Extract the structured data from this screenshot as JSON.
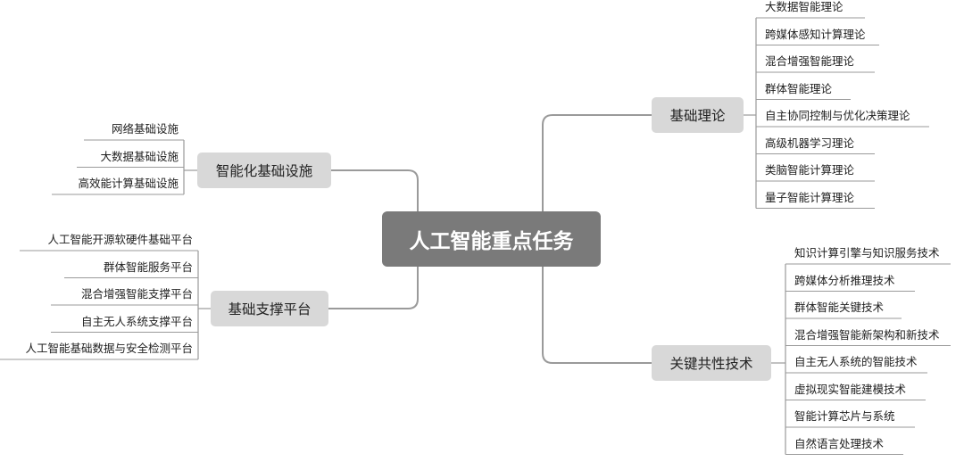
{
  "center": {
    "label": "人工智能重点任务"
  },
  "branches": [
    {
      "key": "basic_theory",
      "label": "基础理论",
      "items": [
        "大数据智能理论",
        "跨媒体感知计算理论",
        "混合增强智能理论",
        "群体智能理论",
        "自主协同控制与优化决策理论",
        "高级机器学习理论",
        "类脑智能计算理论",
        "量子智能计算理论"
      ]
    },
    {
      "key": "key_tech",
      "label": "关键共性技术",
      "items": [
        "知识计算引擎与知识服务技术",
        "跨媒体分析推理技术",
        "群体智能关键技术",
        "混合增强智能新架构和新技术",
        "自主无人系统的智能技术",
        "虚拟现实智能建模技术",
        "智能计算芯片与系统",
        "自然语言处理技术"
      ]
    },
    {
      "key": "infra",
      "label": "智能化基础设施",
      "items": [
        "网络基础设施",
        "大数据基础设施",
        "高效能计算基础设施"
      ]
    },
    {
      "key": "platform",
      "label": "基础支撑平台",
      "items": [
        "人工智能开源软硬件基础平台",
        "群体智能服务平台",
        "混合增强智能支撑平台",
        "自主无人系统支撑平台",
        "人工智能基础数据与安全检测平台"
      ]
    }
  ],
  "colors": {
    "center_fill": "#7a7a7a",
    "branch_fill": "#d8d8d8",
    "line": "#9a9a9a",
    "text": "#222222"
  }
}
